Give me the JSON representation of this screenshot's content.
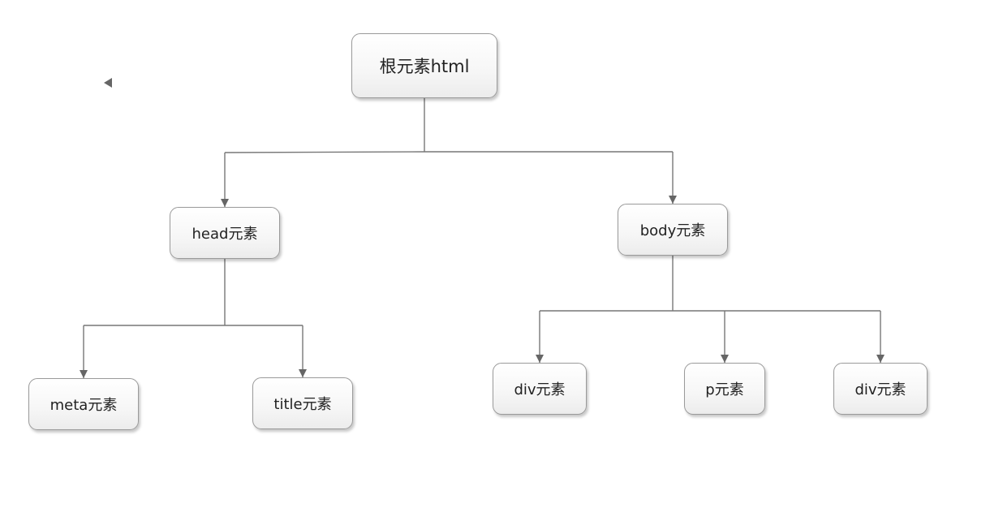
{
  "diagram": {
    "nodes": [
      {
        "id": "root",
        "label": "根元素html"
      },
      {
        "id": "head",
        "label": "head元素"
      },
      {
        "id": "body",
        "label": "body元素"
      },
      {
        "id": "meta",
        "label": "meta元素"
      },
      {
        "id": "title",
        "label": "title元素"
      },
      {
        "id": "div1",
        "label": "div元素"
      },
      {
        "id": "p",
        "label": "p元素"
      },
      {
        "id": "div2",
        "label": "div元素"
      }
    ],
    "edges": [
      {
        "from": "root",
        "to": "head"
      },
      {
        "from": "root",
        "to": "body"
      },
      {
        "from": "head",
        "to": "meta"
      },
      {
        "from": "head",
        "to": "title"
      },
      {
        "from": "body",
        "to": "div1"
      },
      {
        "from": "body",
        "to": "p"
      },
      {
        "from": "body",
        "to": "div2"
      }
    ],
    "colors": {
      "connector": "#777777",
      "node_border": "#9a9a9a",
      "text": "#222222"
    }
  }
}
